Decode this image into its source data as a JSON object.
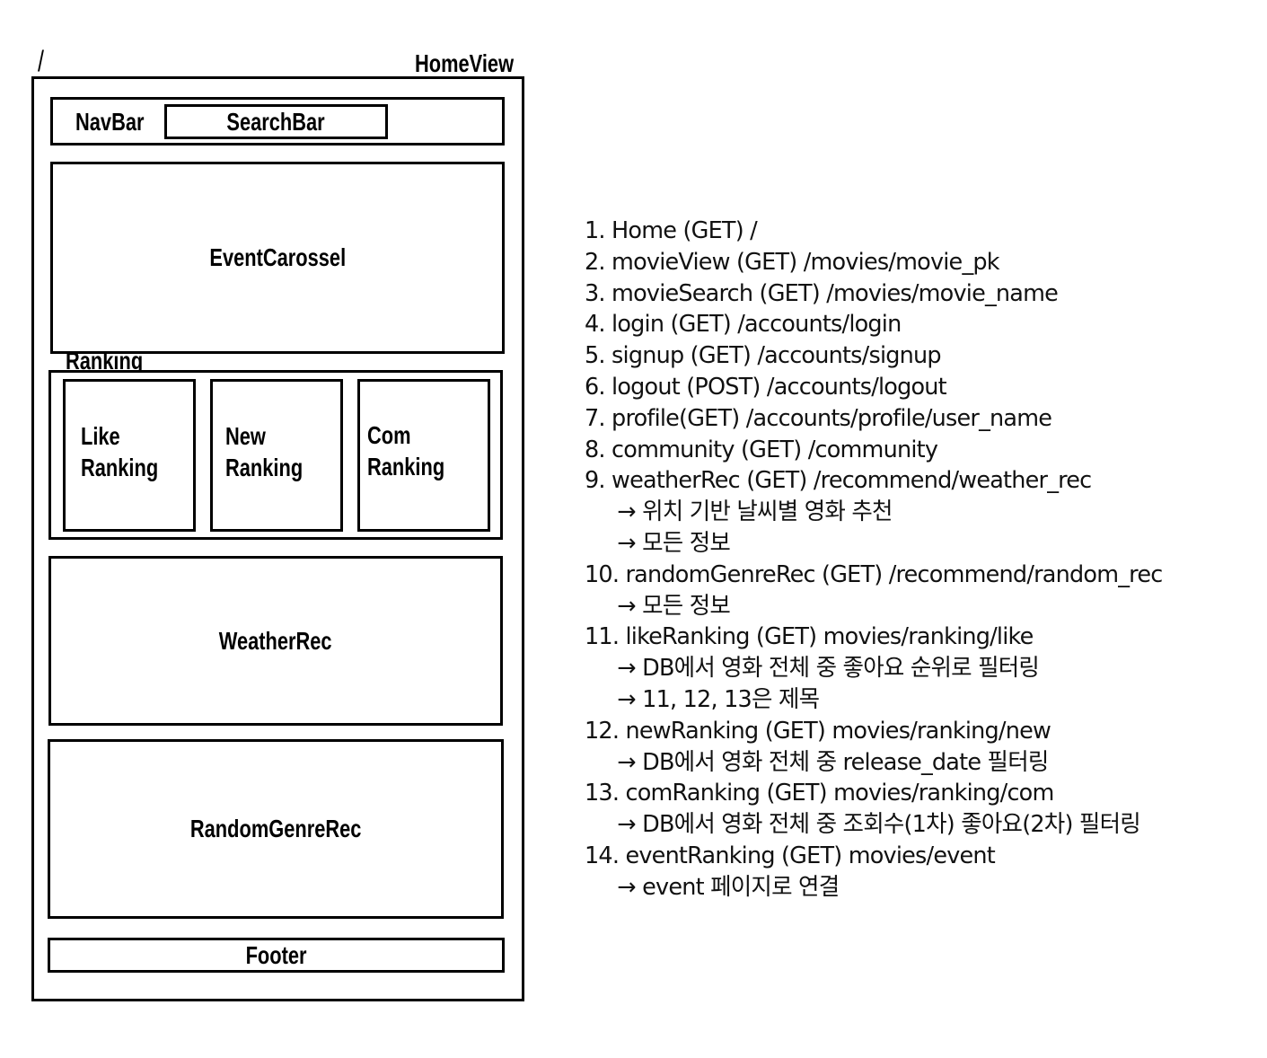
{
  "diagram": {
    "route_path": "/",
    "view_title": "HomeView",
    "navbar_label": "NavBar",
    "searchbar_label": "SearchBar",
    "event_carousel_label": "EventCarossel",
    "ranking_label": "Ranking",
    "ranking_cards": [
      {
        "line1": "Like",
        "line2": "Ranking"
      },
      {
        "line1": "New",
        "line2": "Ranking"
      },
      {
        "line1": "Com",
        "line2": "Ranking"
      }
    ],
    "weather_rec_label": "WeatherRec",
    "random_genre_rec_label": "RandomGenreRec",
    "footer_label": "Footer"
  },
  "notes": {
    "lines": [
      {
        "text": "1. Home (GET) /",
        "sub": false
      },
      {
        "text": "2. movieView (GET) /movies/movie_pk",
        "sub": false
      },
      {
        "text": "3. movieSearch (GET) /movies/movie_name",
        "sub": false
      },
      {
        "text": "4. login (GET) /accounts/login",
        "sub": false
      },
      {
        "text": "5. signup (GET) /accounts/signup",
        "sub": false
      },
      {
        "text": "6. logout (POST) /accounts/logout",
        "sub": false
      },
      {
        "text": "7. profile(GET) /accounts/profile/user_name",
        "sub": false
      },
      {
        "text": "8. community (GET) /community",
        "sub": false
      },
      {
        "text": "9. weatherRec (GET) /recommend/weather_rec",
        "sub": false
      },
      {
        "text": "→ 위치 기반 날씨별 영화 추천",
        "sub": true
      },
      {
        "text": "→ 모든 정보",
        "sub": true
      },
      {
        "text": "10. randomGenreRec (GET) /recommend/random_rec",
        "sub": false
      },
      {
        "text": "→ 모든 정보",
        "sub": true
      },
      {
        "text": "11. likeRanking (GET) movies/ranking/like",
        "sub": false
      },
      {
        "text": "→ DB에서 영화 전체 중 좋아요 순위로 필터링",
        "sub": true
      },
      {
        "text": "→ 11, 12, 13은 제목",
        "sub": true
      },
      {
        "text": "12. newRanking (GET) movies/ranking/new",
        "sub": false
      },
      {
        "text": "→ DB에서 영화 전체 중 release_date 필터링",
        "sub": true
      },
      {
        "text": "13. comRanking (GET) movies/ranking/com",
        "sub": false
      },
      {
        "text": "→ DB에서 영화 전체 중 조회수(1차) 좋아요(2차) 필터링",
        "sub": true
      },
      {
        "text": "14. eventRanking (GET) movies/event",
        "sub": false
      },
      {
        "text": "→ event 페이지로 연결",
        "sub": true
      }
    ]
  }
}
